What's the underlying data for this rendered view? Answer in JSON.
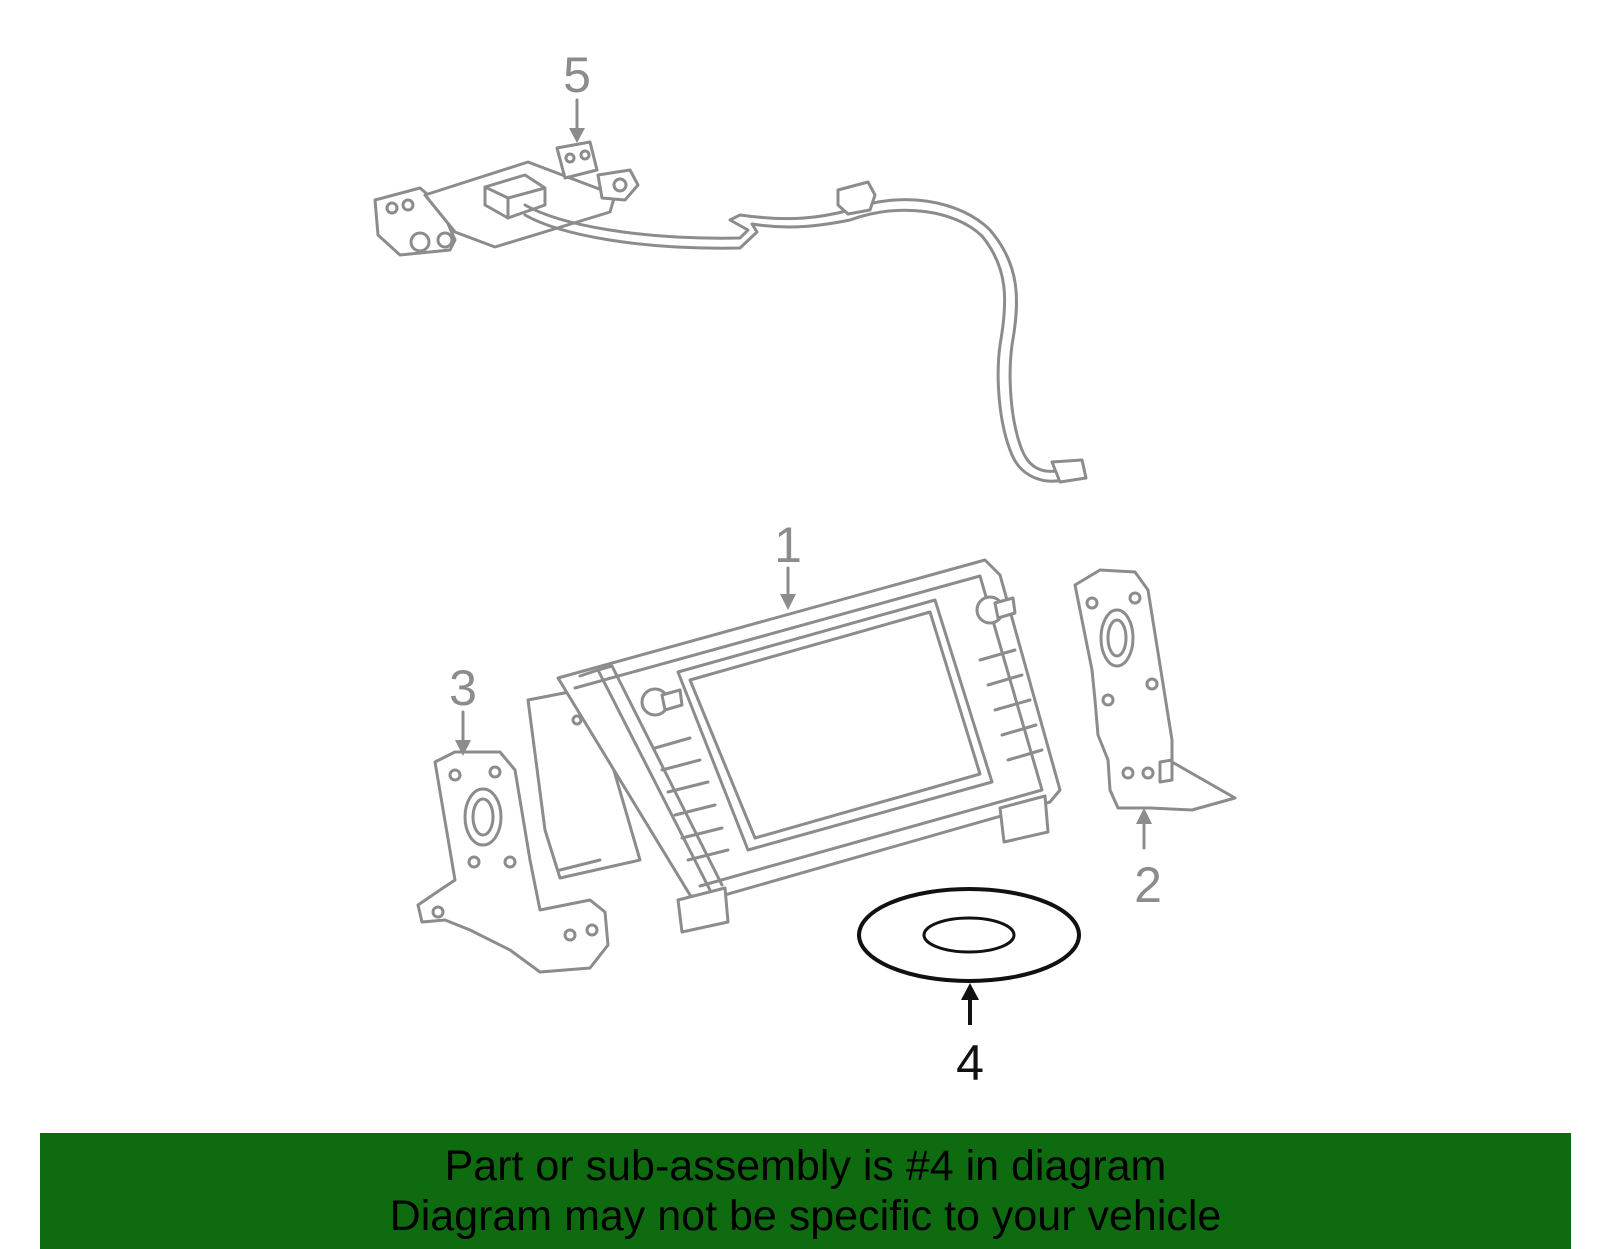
{
  "callouts": [
    {
      "id": "1",
      "label": "1",
      "highlighted": false
    },
    {
      "id": "2",
      "label": "2",
      "highlighted": false
    },
    {
      "id": "3",
      "label": "3",
      "highlighted": false
    },
    {
      "id": "4",
      "label": "4",
      "highlighted": true
    },
    {
      "id": "5",
      "label": "5",
      "highlighted": false
    }
  ],
  "banner": {
    "line1": "Part or sub-assembly is #4 in diagram",
    "line2": "Diagram may not be specific to your vehicle"
  },
  "colors": {
    "banner_bg": "#0f6b10",
    "part_outline": "#8c8c8c",
    "highlight": "#111111"
  }
}
